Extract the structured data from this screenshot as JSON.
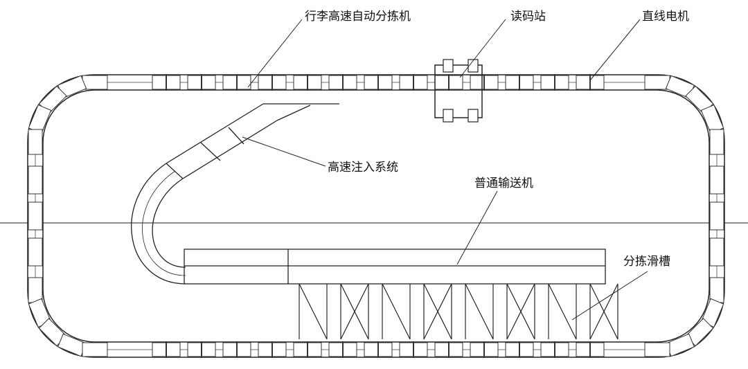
{
  "diagram": {
    "labels": {
      "sorter": "行李高速自动分拣机",
      "reader": "读码站",
      "linear_motor": "直线电机",
      "injection": "高速注入系统",
      "conveyor": "普通输送机",
      "chute": "分拣滑槽"
    },
    "colors": {
      "line": "#222222",
      "fill": "#ffffff",
      "hatch": "#555555"
    }
  }
}
